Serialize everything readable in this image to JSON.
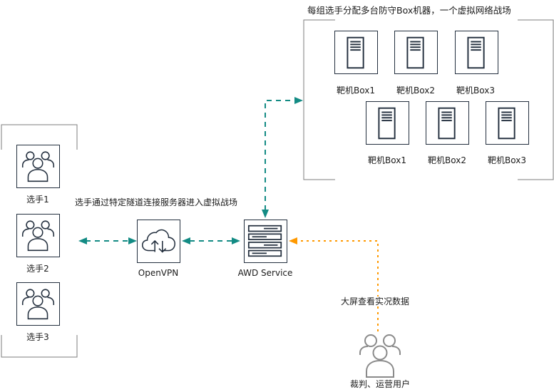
{
  "colors": {
    "teal": "#138b84",
    "orange": "#ff9900",
    "icon_stroke": "#232f3e",
    "group_border": "#7d7d7d"
  },
  "box_group": {
    "title": "每组选手分配多台防守Box机器，一个虚拟网络战场",
    "row1": [
      {
        "label": "靶机Box1",
        "icon": "server-icon"
      },
      {
        "label": "靶机Box2",
        "icon": "server-icon"
      },
      {
        "label": "靶机Box3",
        "icon": "server-icon"
      }
    ],
    "row2": [
      {
        "label": "靶机Box1",
        "icon": "server-icon"
      },
      {
        "label": "靶机Box2",
        "icon": "server-icon"
      },
      {
        "label": "靶机Box3",
        "icon": "server-icon"
      }
    ]
  },
  "players": [
    {
      "label": "选手1",
      "icon": "users-icon"
    },
    {
      "label": "选手2",
      "icon": "users-icon"
    },
    {
      "label": "选手3",
      "icon": "users-icon"
    }
  ],
  "tunnel_note": "选手通过特定隧道连接服务器进入虚拟战场",
  "openvpn": {
    "label": "OpenVPN",
    "icon": "cloud-sync-icon"
  },
  "awd_service": {
    "label": "AWD Service",
    "icon": "server-rack-icon"
  },
  "screen_note": "大屏查看实况数据",
  "referee": {
    "label": "裁判、运营用户",
    "icon": "users-icon"
  }
}
